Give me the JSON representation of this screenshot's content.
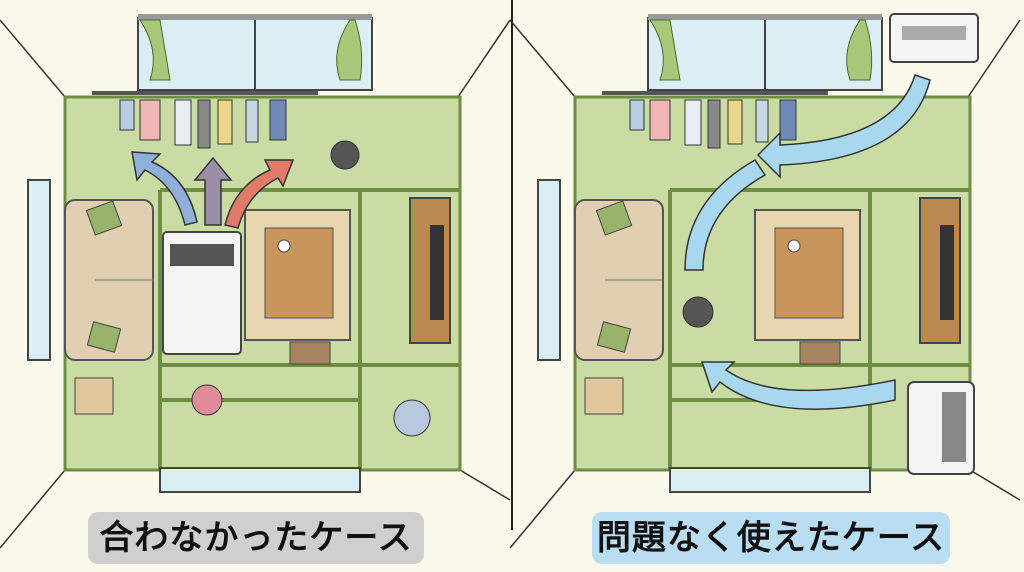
{
  "panels": [
    {
      "id": "left",
      "caption": "合わなかったケース",
      "caption_bg": "#cfcfcf",
      "case": "unsuitable"
    },
    {
      "id": "right",
      "caption": "問題なく使えたケース",
      "caption_bg": "#b9ddf2",
      "case": "worked-fine"
    }
  ],
  "colors": {
    "tatami": "#c9dca3",
    "tatami_border": "#6e8e44",
    "wall": "#fbf8ec",
    "airflow": "#a8d8ee",
    "sofa": "#e0cfb0",
    "kotatsu": "#c8955c"
  }
}
